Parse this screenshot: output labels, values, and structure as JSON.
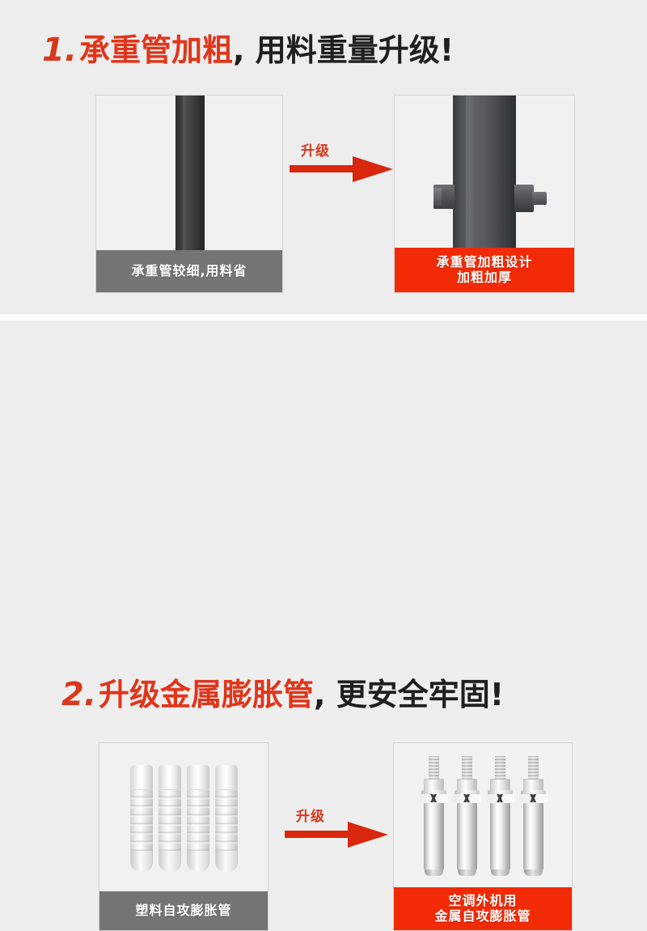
{
  "page": {
    "background_color": "#ededed",
    "accent_red": "#e0351a",
    "caption_red": "#f22a06",
    "caption_gray": "#757575"
  },
  "sections": [
    {
      "index": "1.",
      "heading_red": "承重管加粗",
      "heading_black": ", 用料重量升级!",
      "before": {
        "image_name": "thin-load-bearing-pipe",
        "caption_lines": [
          "承重管较细,用料省"
        ],
        "caption_style": "gray"
      },
      "arrow": {
        "label": "升级",
        "direction": "right",
        "color": "#d8270d"
      },
      "after": {
        "image_name": "thick-load-bearing-pipe-with-bolts",
        "caption_lines": [
          "承重管加粗设计",
          "加粗加厚"
        ],
        "caption_style": "red"
      }
    },
    {
      "index": "2.",
      "heading_red": "升级金属膨胀管",
      "heading_black": ", 更安全牢固!",
      "before": {
        "image_name": "plastic-expansion-anchors",
        "caption_lines": [
          "塑料自攻膨胀管"
        ],
        "caption_style": "gray"
      },
      "arrow": {
        "label": "升级",
        "direction": "right",
        "color": "#d8270d"
      },
      "after": {
        "image_name": "metal-expansion-bolts",
        "caption_lines": [
          "空调外机用",
          "金属自攻膨胀管"
        ],
        "caption_style": "red"
      }
    }
  ]
}
